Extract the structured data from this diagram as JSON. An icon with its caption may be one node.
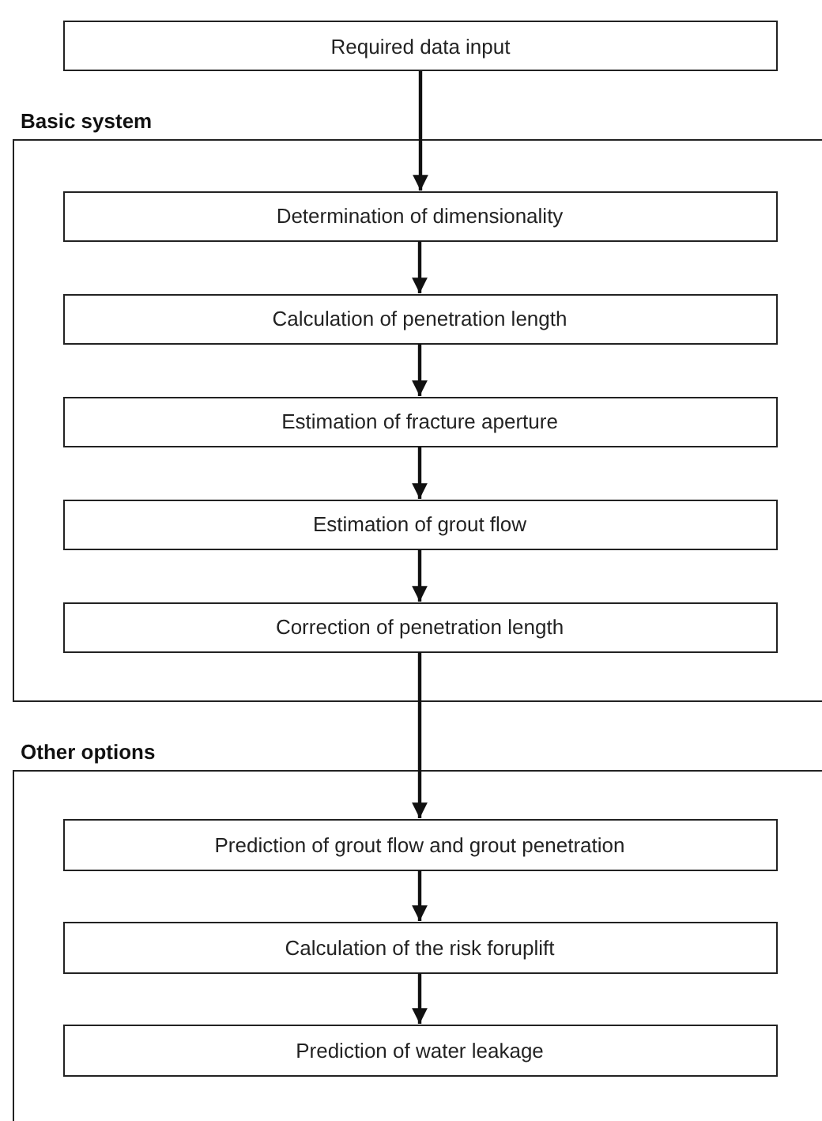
{
  "diagram": {
    "nodes": [
      {
        "text": [
          "Required data input"
        ]
      },
      {
        "text": [
          "Basic system"
        ]
      },
      {
        "text": [
          "Determination of dimensionality"
        ],
        "in": 1
      },
      {
        "text": [
          "Calculation of penetration length"
        ],
        "in": 1
      },
      {
        "text": [
          "Estimation of fracture aperture"
        ],
        "in": 1
      },
      {
        "text": [
          "Estimation of grout flow"
        ],
        "in": 1
      },
      {
        "text": [
          "Correction of penetration length"
        ],
        "in": 1
      },
      {
        "text": [
          "Other options"
        ]
      },
      {
        "text": [
          "Prediction of grout flow and grout penetration"
        ],
        "in": 7
      },
      {
        "text": [
          "Calculation of the risk foruplift"
        ],
        "in": 7
      },
      {
        "text": [
          "Prediction of water leakage"
        ],
        "in": 7
      }
    ],
    "edges": [
      {
        "from": 0,
        "to": 2,
        "arrow": "to"
      },
      {
        "from": 2,
        "to": 3,
        "arrow": "to"
      },
      {
        "from": 3,
        "to": 4,
        "arrow": "to"
      },
      {
        "from": 4,
        "to": 5,
        "arrow": "to"
      },
      {
        "from": 5,
        "to": 6,
        "arrow": "to"
      },
      {
        "from": 6,
        "to": 8,
        "arrow": "to"
      },
      {
        "from": 8,
        "to": 9,
        "arrow": "to"
      },
      {
        "from": 9,
        "to": 10,
        "arrow": "to"
      }
    ]
  }
}
